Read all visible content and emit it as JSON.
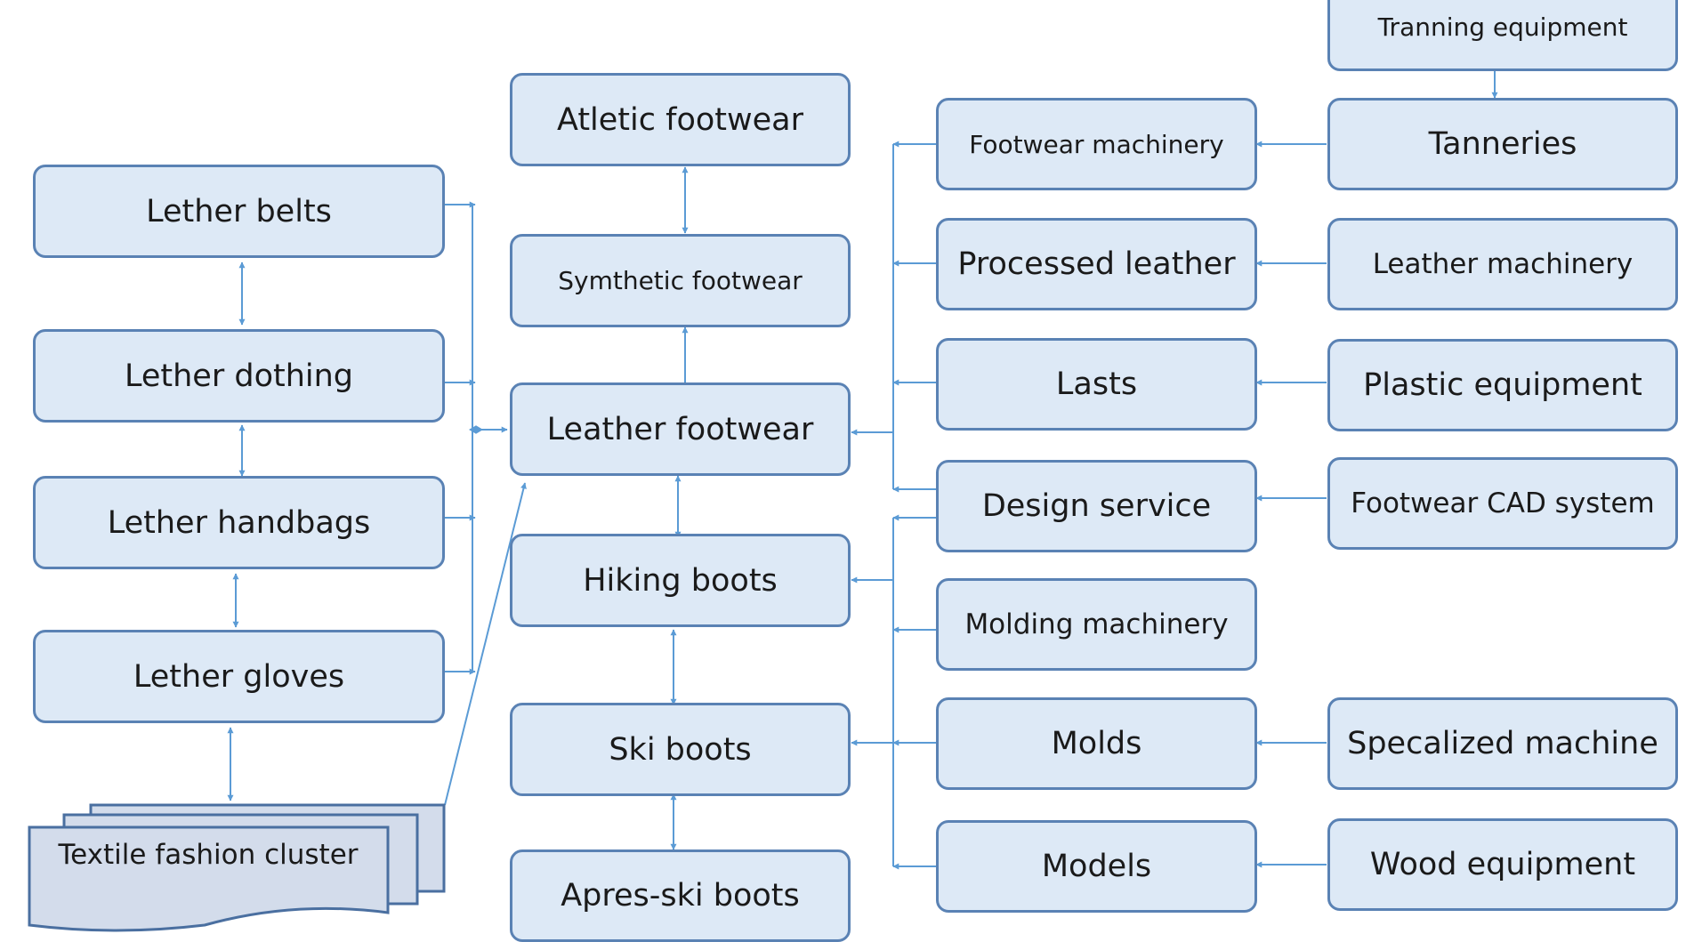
{
  "left_group": {
    "belts": "Lether belts",
    "clothing": "Lether dothing",
    "handbags": "Lether handbags",
    "gloves": "Lether gloves",
    "textile": "Textile fashion cluster"
  },
  "center_group": {
    "athletic": "Atletic footwear",
    "synthetic": "Symthetic footwear",
    "leather": "Leather footwear",
    "hiking": "Hiking boots",
    "ski": "Ski boots",
    "apres": "Apres-ski boots"
  },
  "suppliers": {
    "footwear_machinery": "Footwear machinery",
    "processed_leather": "Processed leather",
    "lasts": "Lasts",
    "design_service": "Design service",
    "molding_machinery": "Molding machinery",
    "molds": "Molds",
    "models": "Models"
  },
  "equipment": {
    "training": "Tranning equipment",
    "tanneries": "Tanneries",
    "leather_machinery": "Leather machinery",
    "plastic": "Plastic equipment",
    "cad": "Footwear CAD system",
    "specialized": "Specalized machine",
    "wood": "Wood equipment"
  },
  "colors": {
    "box_fill": "#dde9f6",
    "box_border": "#5a82b4",
    "connector": "#5b9bd5",
    "stack_fill": "#d3dceb"
  }
}
